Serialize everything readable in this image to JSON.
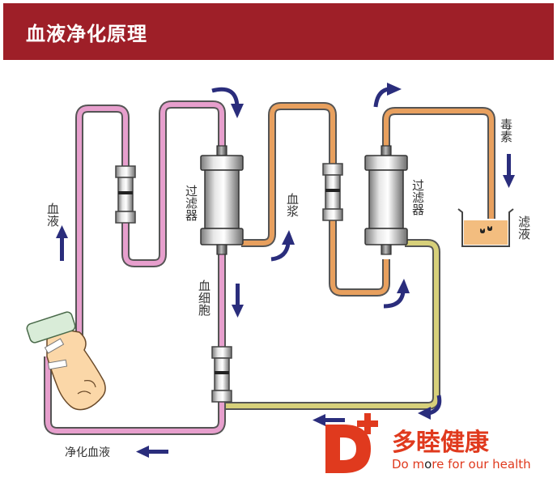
{
  "header": {
    "title": "血液净化原理"
  },
  "labels": {
    "blood": "血液",
    "filter_1": "过滤器",
    "plasma": "血浆",
    "filter_2": "过滤器",
    "toxin": "毒素",
    "filtrate": "滤液",
    "blood_cells": "血细胞",
    "purified_blood": "净化血液"
  },
  "logo": {
    "letter": "D",
    "name": "多睦健康",
    "slogan_pre": "Do m",
    "slogan_highlight": "o",
    "slogan_post": "re for our health"
  },
  "colors": {
    "header": "#9e1f28",
    "blood_tube": "#e79fcd",
    "plasma_tube": "#e8a05e",
    "return_tube": "#d7d07a",
    "arrow": "#2a2d7c",
    "logo_red": "#e03a1e"
  }
}
